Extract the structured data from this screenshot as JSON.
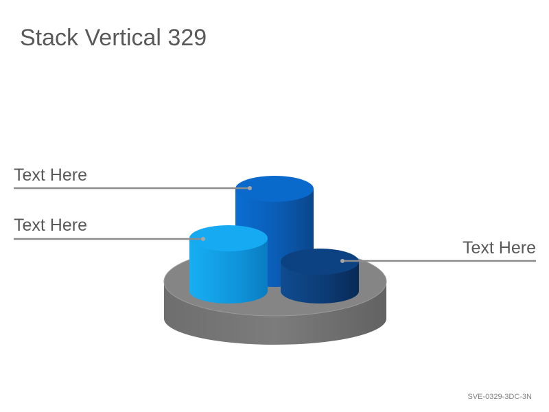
{
  "slide": {
    "title": "Stack Vertical 329",
    "code": "SVE-0329-3DC-3N"
  },
  "callouts": [
    {
      "text": "Text Here"
    },
    {
      "text": "Text Here"
    },
    {
      "text": "Text Here"
    }
  ],
  "colors": {
    "cylinder_tall": "#0a64c2",
    "cylinder_light": "#14a7ee",
    "cylinder_dark": "#0d3f7c",
    "base": "#808080",
    "leader": "#8c8c8c"
  }
}
